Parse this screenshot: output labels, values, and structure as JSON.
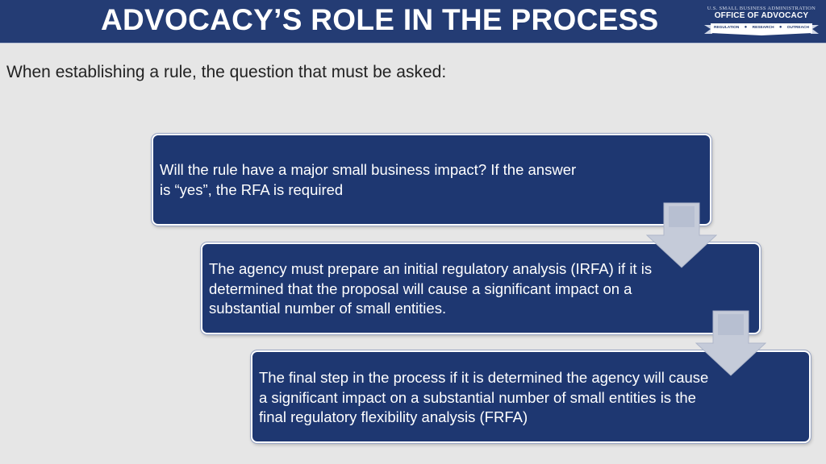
{
  "header": {
    "title": "ADVOCACY’S ROLE IN THE PROCESS",
    "logo": {
      "agency": "U.S. SMALL BUSINESS ADMINISTRATION",
      "office": "OFFICE OF ADVOCACY",
      "ribbon": [
        "REGULATION",
        "RESEARCH",
        "OUTREACH"
      ]
    }
  },
  "intro": "When establishing a rule, the question that must be asked:",
  "steps": [
    {
      "text": "Will the rule have a major small business impact?  If the answer is “yes”, the RFA is required"
    },
    {
      "text": "The agency must prepare an initial regulatory analysis (IRFA) if it is determined that the proposal will cause a significant impact on a substantial number of small entities."
    },
    {
      "text": "The final step in the process if it is determined the agency will cause a significant impact on a substantial number of small entities is the final regulatory flexibility analysis (FRFA)"
    }
  ],
  "colors": {
    "header_bg": "#243c74",
    "box_bg": "#1e3771",
    "page_bg": "#e6e6e6",
    "arrow_fill": "#c5cbd9"
  }
}
